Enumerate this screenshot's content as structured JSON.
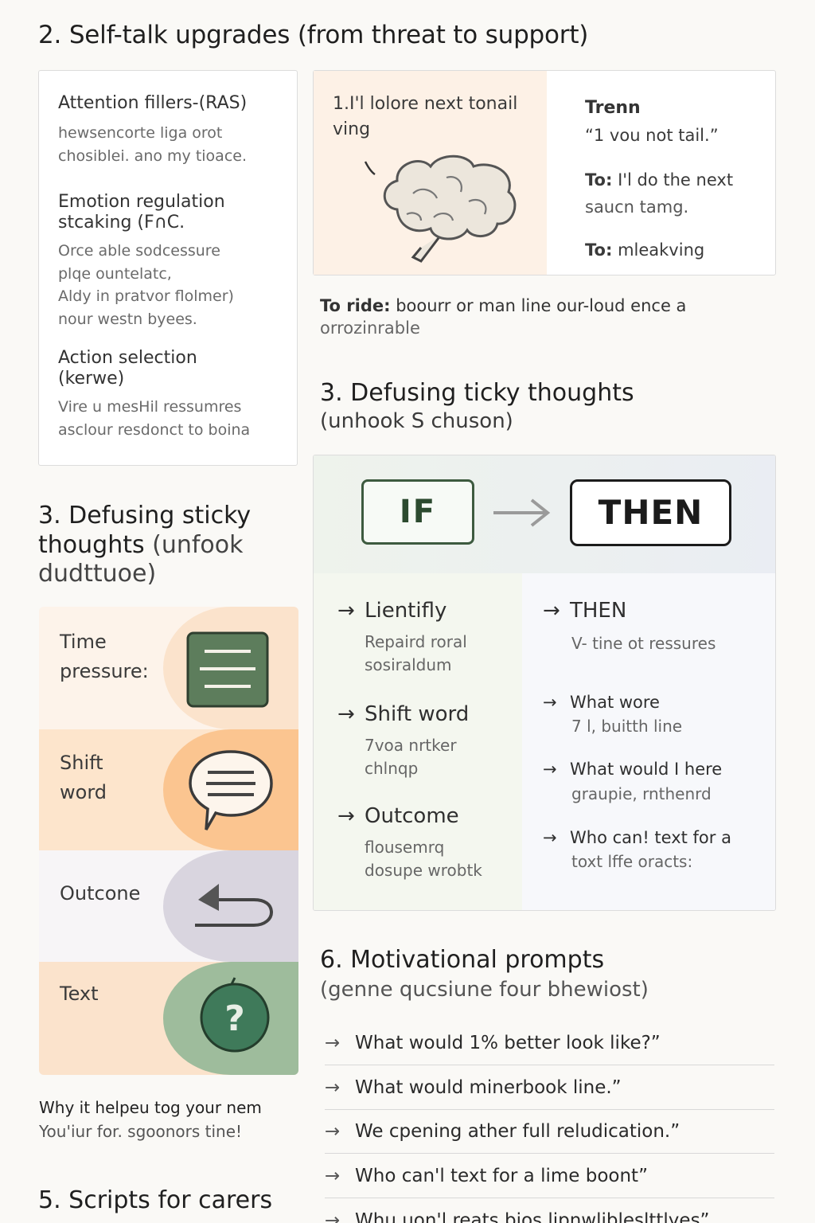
{
  "title": "2. Self-talk upgrades (from threat to support)",
  "left_card": {
    "attention_heading": "Attention fillers-(RAS)",
    "attention_lines": [
      "hewsencorte liga orot",
      "chosiblei. ano my tioace."
    ],
    "emotion_heading_1": "Emotion regulation",
    "emotion_heading_2": "stcaking (F∩C.",
    "emotion_lines": [
      "Orce able sodcessure",
      "plqe ountelatc,",
      "Aldy in pratvor flolmer)",
      "nour westn byees."
    ],
    "action_heading_1": "Action selection",
    "action_heading_2": "(kerwe)",
    "action_lines": [
      "Vire u mesHil ressumres",
      "asclour resdonct to boina"
    ]
  },
  "brain_card": {
    "caption_1": "1.I'l lolore next tonail",
    "caption_2": "ving",
    "trenn_label": "Trenn",
    "trenn_quote": "“1 vou not tail.”",
    "to1_label": "To:",
    "to1_text": "I'l do the next",
    "to1_text2": "saucn tamg.",
    "to2_label": "To:",
    "to2_text": "mleakving"
  },
  "to_ride": {
    "label": "To ride:",
    "text_1": "boourr or man line our-loud ence a",
    "text_2": "orrozinrable"
  },
  "section3_right": {
    "heading": "3. Defusing ticky thoughts",
    "sub": "(unhook S chuson)"
  },
  "section3_left": {
    "heading_1": "3. Defusing sticky",
    "heading_2_bold": "thoughts",
    "heading_2_rest": "(unfook",
    "heading_3": "dudttuoe)"
  },
  "panels": [
    {
      "label_1": "Time",
      "label_2": "pressure:",
      "icon": "list-board-icon"
    },
    {
      "label_1": "Shift",
      "label_2": "word",
      "icon": "speech-bubble-icon"
    },
    {
      "label_1": "Outcone",
      "label_2": "",
      "icon": "return-arrow-icon"
    },
    {
      "label_1": "Text",
      "label_2": "",
      "icon": "question-mark-icon"
    }
  ],
  "ifthen": {
    "if_label": "IF",
    "then_label": "THEN",
    "left_items": [
      {
        "title": "Lientifly",
        "sub_1": "Repaird roral",
        "sub_2": "sosiraldum"
      },
      {
        "title": "Shift word",
        "sub_1": "7voa nrtker",
        "sub_2": "chlnqp"
      },
      {
        "title": "Outcome",
        "sub_1": "flousemrq",
        "sub_2": "dosupe wrobtk"
      }
    ],
    "right_items": [
      {
        "title": "THEN",
        "sub_1": "V- tine ot ressures",
        "sub_2": ""
      },
      {
        "title": "What wore",
        "sub_1": "7 l, buitth line",
        "sub_2": ""
      },
      {
        "title": "What would I here",
        "sub_1": "graupie, rnthenrd",
        "sub_2": ""
      },
      {
        "title": "Who can! text for a",
        "sub_1": "toxt lffe oracts:",
        "sub_2": ""
      }
    ],
    "arrow": "→"
  },
  "why": {
    "line_1": "Why it helpeu tog your nem",
    "line_2": "You'iur for. sgoonors tine!"
  },
  "section5": {
    "heading": "5. Scripts for carers"
  },
  "section6": {
    "heading": "6. Motivational prompts",
    "sub": "(genne qucsiune four bhewiost)",
    "prompts": [
      "What would 1% better look like?”",
      "What would minerbook line.”",
      "We cpening ather full reludication.”",
      "Who can'l text for a lime boont”",
      "Whu uon'l reats bios lipnwlibleslttlyes”"
    ]
  },
  "colors": {
    "peach": "#fbe3cc",
    "orange": "#fbc590",
    "lavender": "#d9d5df",
    "sage": "#9ebc9c",
    "board_green": "#5d7d5c",
    "q_green": "#3f7a5a"
  }
}
